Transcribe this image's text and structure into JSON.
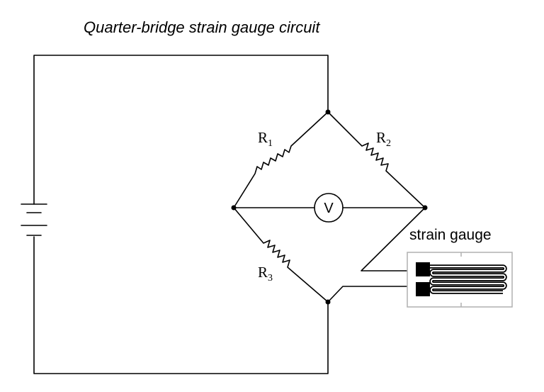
{
  "title": "Quarter-bridge strain gauge circuit",
  "resistors": {
    "r1": {
      "letter": "R",
      "sub": "1"
    },
    "r2": {
      "letter": "R",
      "sub": "2"
    },
    "r3": {
      "letter": "R",
      "sub": "3"
    }
  },
  "voltmeter": {
    "symbol": "V"
  },
  "strain_gauge": {
    "label": "strain gauge"
  }
}
